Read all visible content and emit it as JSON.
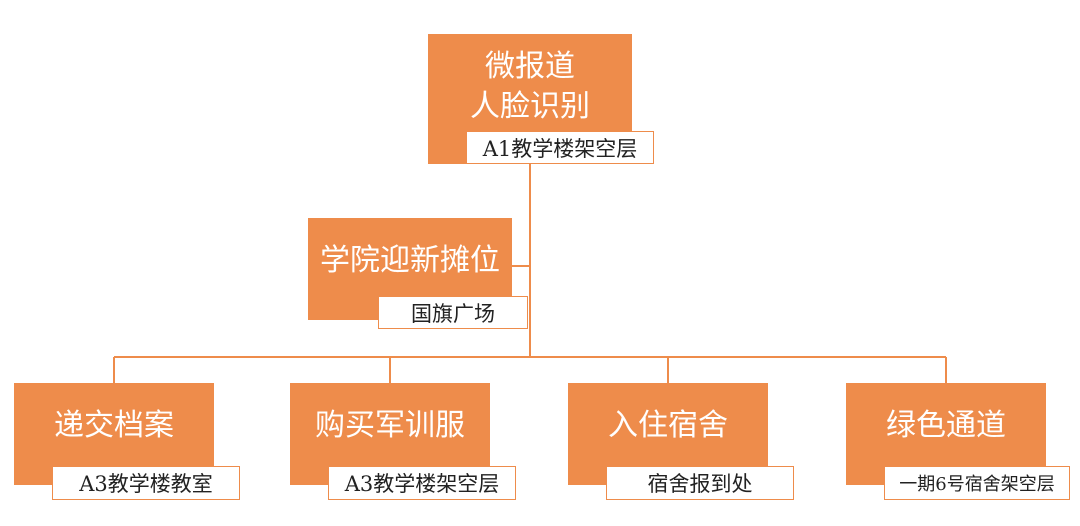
{
  "colors": {
    "node_fill": "#ee8c4b",
    "connector": "#ee8c4b",
    "tag_border": "#ee8c4b",
    "node_text": "#ffffff",
    "tag_text": "#222222"
  },
  "nodes": {
    "root": {
      "title_line1": "微报道",
      "title_line2": "人脸识别",
      "location": "A1教学楼架空层"
    },
    "college": {
      "title": "学院迎新摊位",
      "location": "国旗广场"
    },
    "archives": {
      "title": "递交档案",
      "location": "A3教学楼教室"
    },
    "uniform": {
      "title": "购买军训服",
      "location": "A3教学楼架空层"
    },
    "dorm": {
      "title": "入住宿舍",
      "location": "宿舍报到处"
    },
    "green": {
      "title": "绿色通道",
      "location": "一期6号宿舍架空层"
    }
  }
}
